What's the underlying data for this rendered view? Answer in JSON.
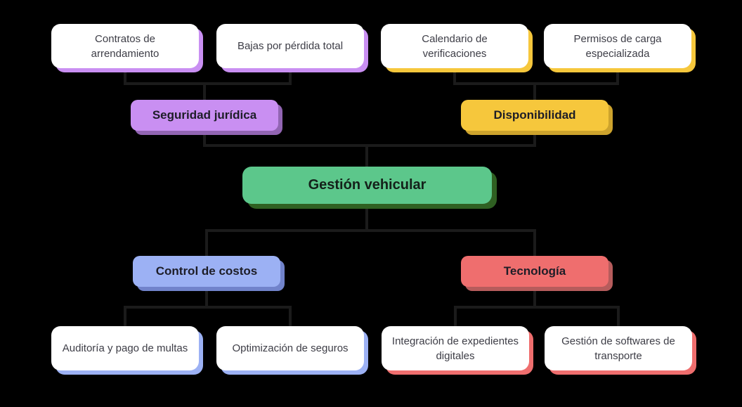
{
  "colors": {
    "purple": {
      "fill": "#c98ff2",
      "shadow": "#9265b3"
    },
    "yellow": {
      "fill": "#f6c73c",
      "shadow": "#cda32d"
    },
    "green": {
      "fill": "#5cc78b",
      "shadow": "#2f6022"
    },
    "blue": {
      "fill": "#9cb1f4",
      "shadow": "#7183cb"
    },
    "red": {
      "fill": "#ef6e6e",
      "shadow": "#b65c5c"
    },
    "line": "#1b1b1b",
    "background": "#000000",
    "leaf_fill": "#ffffff"
  },
  "diagram": {
    "root": {
      "label": "Gestión vehicular"
    },
    "branches": [
      {
        "label": "Seguridad jurídica",
        "color": "purple",
        "children": [
          "Contratos de arrendamiento",
          "Bajas por pérdida total"
        ]
      },
      {
        "label": "Disponibilidad",
        "color": "yellow",
        "children": [
          "Calendario de verificaciones",
          "Permisos de carga especializada"
        ]
      },
      {
        "label": "Control de costos",
        "color": "blue",
        "children": [
          "Auditoría y pago de multas",
          "Optimización de seguros"
        ]
      },
      {
        "label": "Tecnología",
        "color": "red",
        "children": [
          "Integración de expedientes digitales",
          "Gestión de softwares de transporte"
        ]
      }
    ]
  }
}
